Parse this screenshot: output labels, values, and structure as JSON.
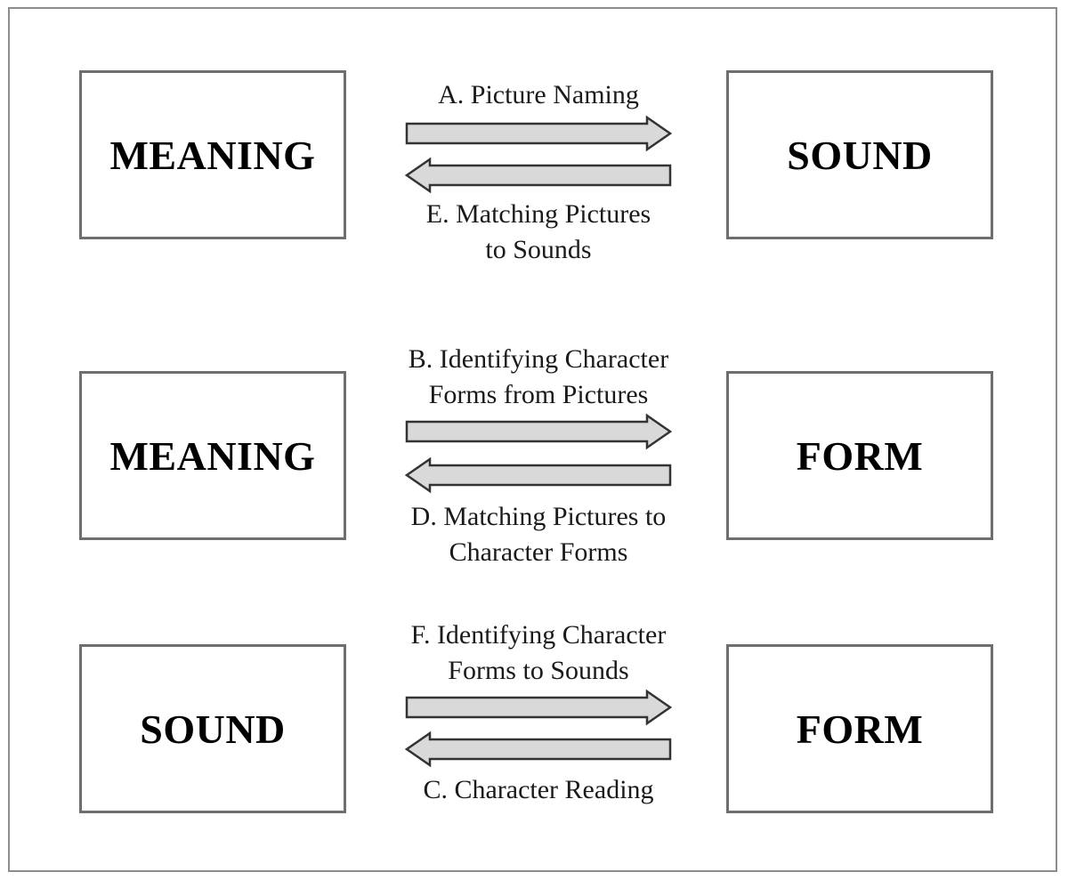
{
  "rows": [
    {
      "left": "MEANING",
      "right": "SOUND",
      "top_label": [
        "A. Picture Naming"
      ],
      "bottom_label": [
        "E. Matching Pictures",
        "to Sounds"
      ]
    },
    {
      "left": "MEANING",
      "right": "FORM",
      "top_label": [
        "B. Identifying Character",
        "Forms from Pictures"
      ],
      "bottom_label": [
        "D. Matching Pictures to",
        "Character Forms"
      ]
    },
    {
      "left": "SOUND",
      "right": "FORM",
      "top_label": [
        "F. Identifying Character",
        "Forms to Sounds"
      ],
      "bottom_label": [
        "C. Character Reading"
      ]
    }
  ],
  "colors": {
    "arrow_fill": "#d9d9d9",
    "arrow_stroke": "#333333",
    "box_border": "#6e6e6e",
    "frame_border": "#8c8c8c"
  }
}
